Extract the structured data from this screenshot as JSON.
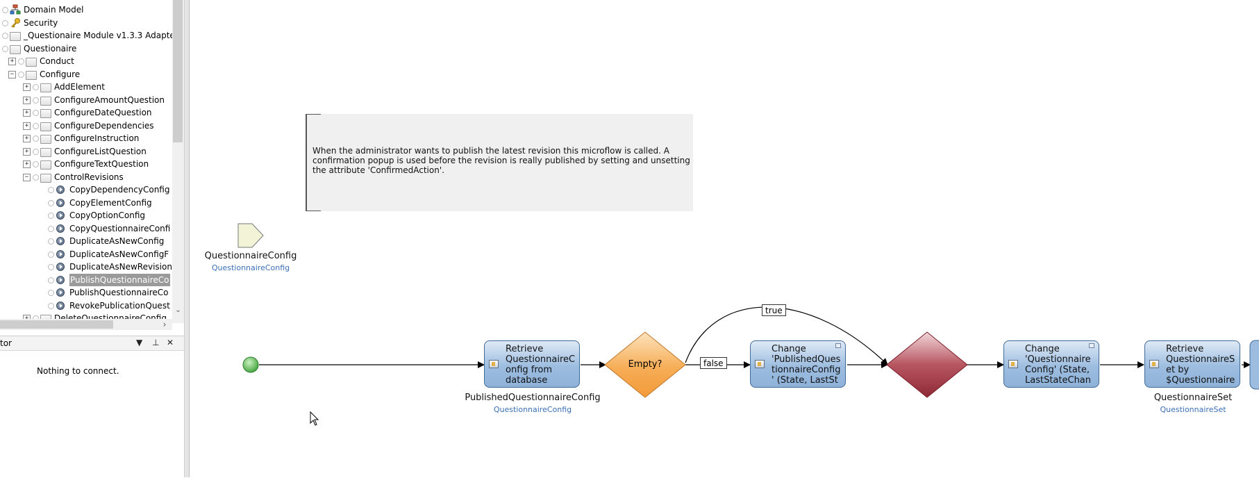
{
  "tree": {
    "items": [
      {
        "label": "Domain Model",
        "icon": "domain-model-icon",
        "selected": false
      },
      {
        "label": "Security",
        "icon": "key-icon",
        "selected": false
      },
      {
        "label": "_Questionaire Module v1.3.3 Adapte",
        "icon": "folder-icon",
        "selected": false
      },
      {
        "label": "Questionaire",
        "icon": "folder-icon",
        "selected": false
      },
      {
        "label": "Conduct",
        "icon": "folder-icon",
        "expander": "+",
        "selected": false
      },
      {
        "label": "Configure",
        "icon": "folder-icon",
        "expander": "−",
        "selected": false
      },
      {
        "label": "AddElement",
        "icon": "folder-icon",
        "expander": "+",
        "selected": false
      },
      {
        "label": "ConfigureAmountQuestion",
        "icon": "folder-icon",
        "expander": "+",
        "selected": false
      },
      {
        "label": "ConfigureDateQuestion",
        "icon": "folder-icon",
        "expander": "+",
        "selected": false
      },
      {
        "label": "ConfigureDependencies",
        "icon": "folder-icon",
        "expander": "+",
        "selected": false
      },
      {
        "label": "ConfigureInstruction",
        "icon": "folder-icon",
        "expander": "+",
        "selected": false
      },
      {
        "label": "ConfigureListQuestion",
        "icon": "folder-icon",
        "expander": "+",
        "selected": false
      },
      {
        "label": "ConfigureTextQuestion",
        "icon": "folder-icon",
        "expander": "+",
        "selected": false
      },
      {
        "label": "ControlRevisions",
        "icon": "folder-icon",
        "expander": "−",
        "selected": false
      },
      {
        "label": "CopyDependencyConfig",
        "icon": "microflow-icon",
        "selected": false
      },
      {
        "label": "CopyElementConfig",
        "icon": "microflow-icon",
        "selected": false
      },
      {
        "label": "CopyOptionConfig",
        "icon": "microflow-icon",
        "selected": false
      },
      {
        "label": "CopyQuestionnaireConfi",
        "icon": "microflow-icon",
        "selected": false
      },
      {
        "label": "DuplicateAsNewConfig",
        "icon": "microflow-icon",
        "selected": false
      },
      {
        "label": "DuplicateAsNewConfigF",
        "icon": "microflow-icon",
        "selected": false
      },
      {
        "label": "DuplicateAsNewRevision",
        "icon": "microflow-icon",
        "selected": false
      },
      {
        "label": "PublishQuestionnaireCo",
        "icon": "microflow-icon",
        "selected": true
      },
      {
        "label": "PublishQuestionnaireCo",
        "icon": "microflow-icon",
        "selected": false
      },
      {
        "label": "RevokePublicationQuest",
        "icon": "microflow-icon",
        "selected": false
      },
      {
        "label": "DeleteQuestionnaireConfig",
        "icon": "folder-icon",
        "expander": "+",
        "selected": false
      }
    ]
  },
  "connector": {
    "title": "tor",
    "pin_glyph": "⊥",
    "dropdown_glyph": "▼",
    "close_glyph": "✕",
    "empty_message": "Nothing to connect."
  },
  "annotation": {
    "text": "When the administrator wants to publish the latest revision this microflow is called. A confirmation popup is used before the revision is really published by setting and unsetting the attribute 'ConfirmedAction'."
  },
  "parameter": {
    "name": "QuestionnaireConfig",
    "type": "QuestionnaireConfig"
  },
  "activities": {
    "retrieve_config": {
      "text": "Retrieve QuestionnaireC onfig from database",
      "output_name": "PublishedQuestionnaireConfig",
      "output_type": "QuestionnaireConfig"
    },
    "change_published": {
      "text": "Change 'PublishedQues tionnaireConfig ' (State, LastSt"
    },
    "change_config": {
      "text": "Change 'Questionnaire Config' (State, LastStateChan"
    },
    "retrieve_set": {
      "text": "Retrieve QuestionnaireS et by $Questionnaire",
      "output_name": "QuestionnaireSet",
      "output_type": "QuestionnaireSet"
    }
  },
  "decision": {
    "label": "Empty?"
  },
  "edges": {
    "true_label": "true",
    "false_label": "false"
  },
  "colors": {
    "activity_fill": "#9dbde0",
    "decision_fill": "#f5a84a",
    "merge_fill": "#a23a44",
    "start_fill": "#5cb85c",
    "parameter_fill": "#f3f3d8"
  }
}
